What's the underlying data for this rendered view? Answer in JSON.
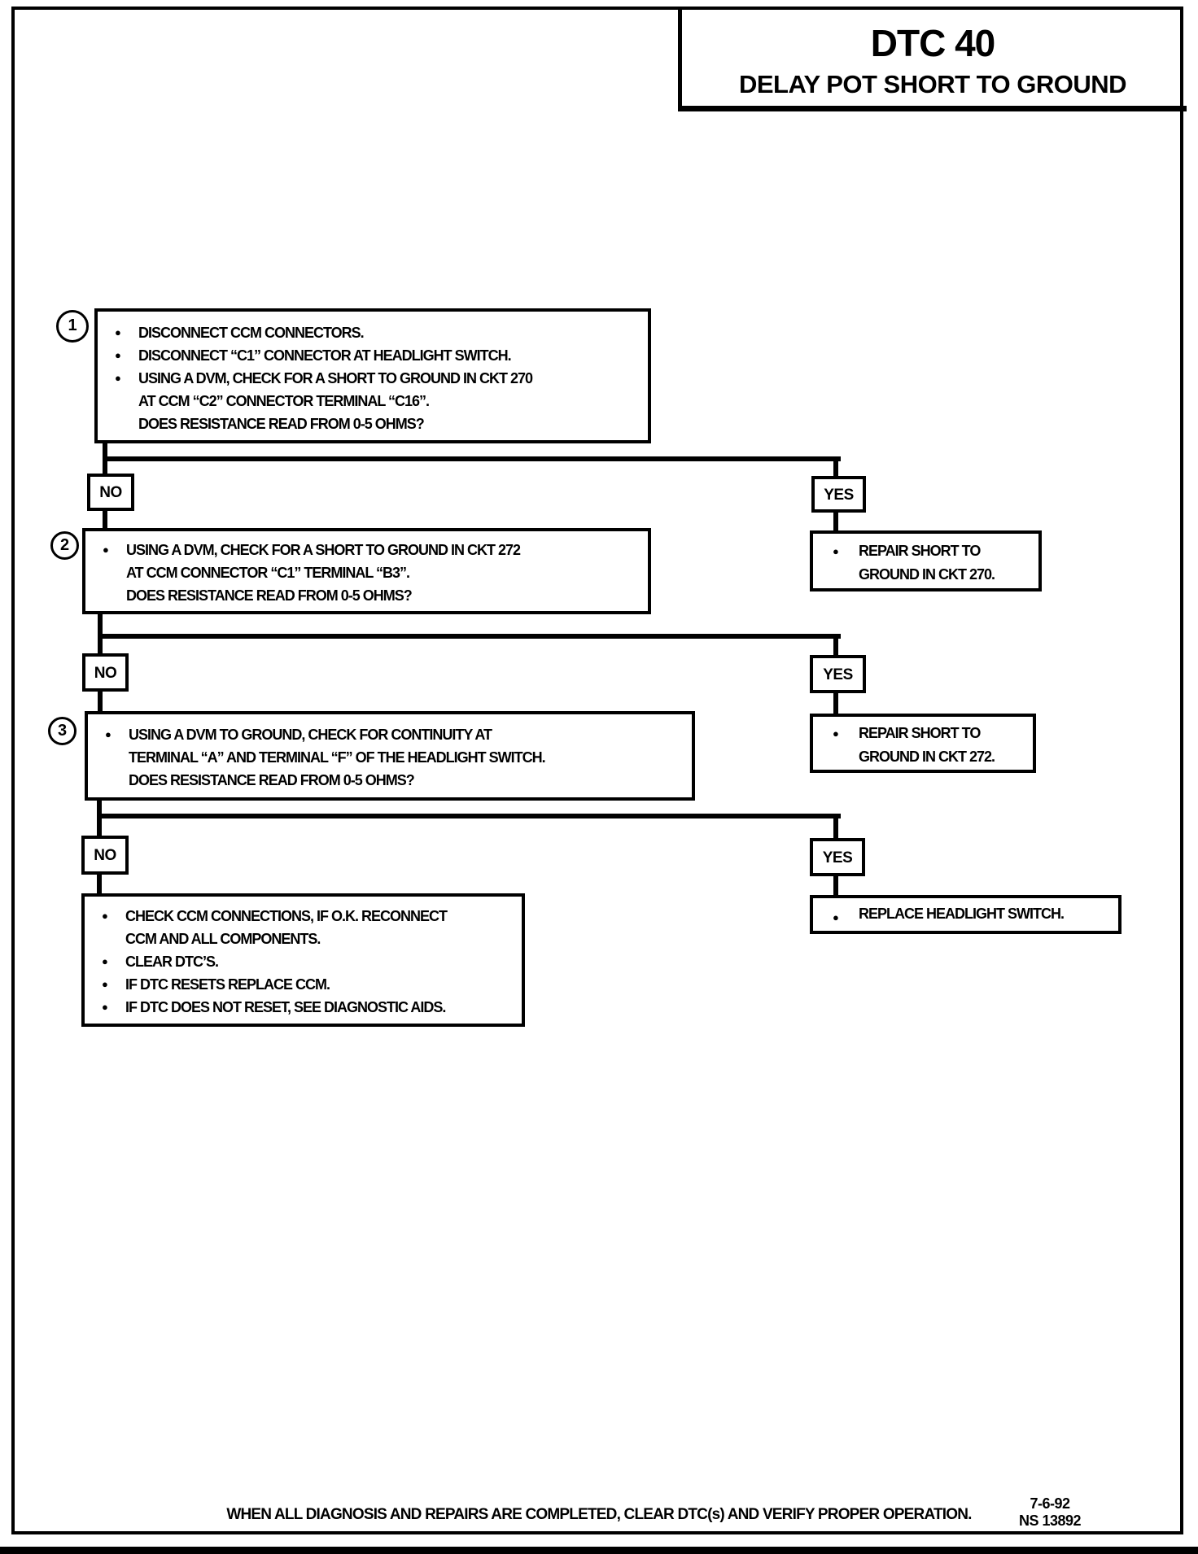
{
  "header": {
    "dtc_code": "DTC 40",
    "dtc_name": "DELAY POT SHORT TO GROUND"
  },
  "icons": {
    "bullet": "●"
  },
  "labels": {
    "no": "NO",
    "yes": "YES"
  },
  "steps": [
    {
      "number": "1",
      "lines": [
        "DISCONNECT CCM CONNECTORS.",
        "DISCONNECT “C1” CONNECTOR AT HEADLIGHT SWITCH.",
        "USING A DVM, CHECK FOR A SHORT TO GROUND IN CKT 270",
        "AT CCM “C2” CONNECTOR TERMINAL “C16”.",
        "DOES RESISTANCE READ FROM 0-5 OHMS?"
      ]
    },
    {
      "number": "2",
      "lines": [
        "USING A DVM, CHECK FOR A SHORT TO GROUND IN CKT 272",
        "AT CCM CONNECTOR “C1” TERMINAL “B3”.",
        "DOES RESISTANCE READ FROM 0-5 OHMS?"
      ]
    },
    {
      "number": "3",
      "lines": [
        "USING A DVM TO GROUND, CHECK FOR CONTINUITY AT",
        "TERMINAL “A” AND TERMINAL “F” OF THE HEADLIGHT SWITCH.",
        "DOES RESISTANCE READ FROM 0-5 OHMS?"
      ]
    }
  ],
  "outcomes": {
    "repair_270": [
      "REPAIR SHORT TO",
      "GROUND IN CKT 270."
    ],
    "repair_272": [
      "REPAIR SHORT TO",
      "GROUND IN CKT 272."
    ],
    "replace_switch": "REPLACE HEADLIGHT SWITCH.",
    "final_checks": [
      "CHECK CCM CONNECTIONS, IF O.K. RECONNECT",
      "CCM AND ALL COMPONENTS.",
      "CLEAR DTC’S.",
      "IF DTC RESETS REPLACE CCM.",
      "IF DTC DOES NOT RESET, SEE DIAGNOSTIC AIDS."
    ]
  },
  "footer": {
    "note": "WHEN ALL DIAGNOSIS AND REPAIRS ARE COMPLETED, CLEAR DTC(s) AND VERIFY PROPER OPERATION.",
    "date": "7-6-92",
    "doc_number": "NS 13892"
  }
}
